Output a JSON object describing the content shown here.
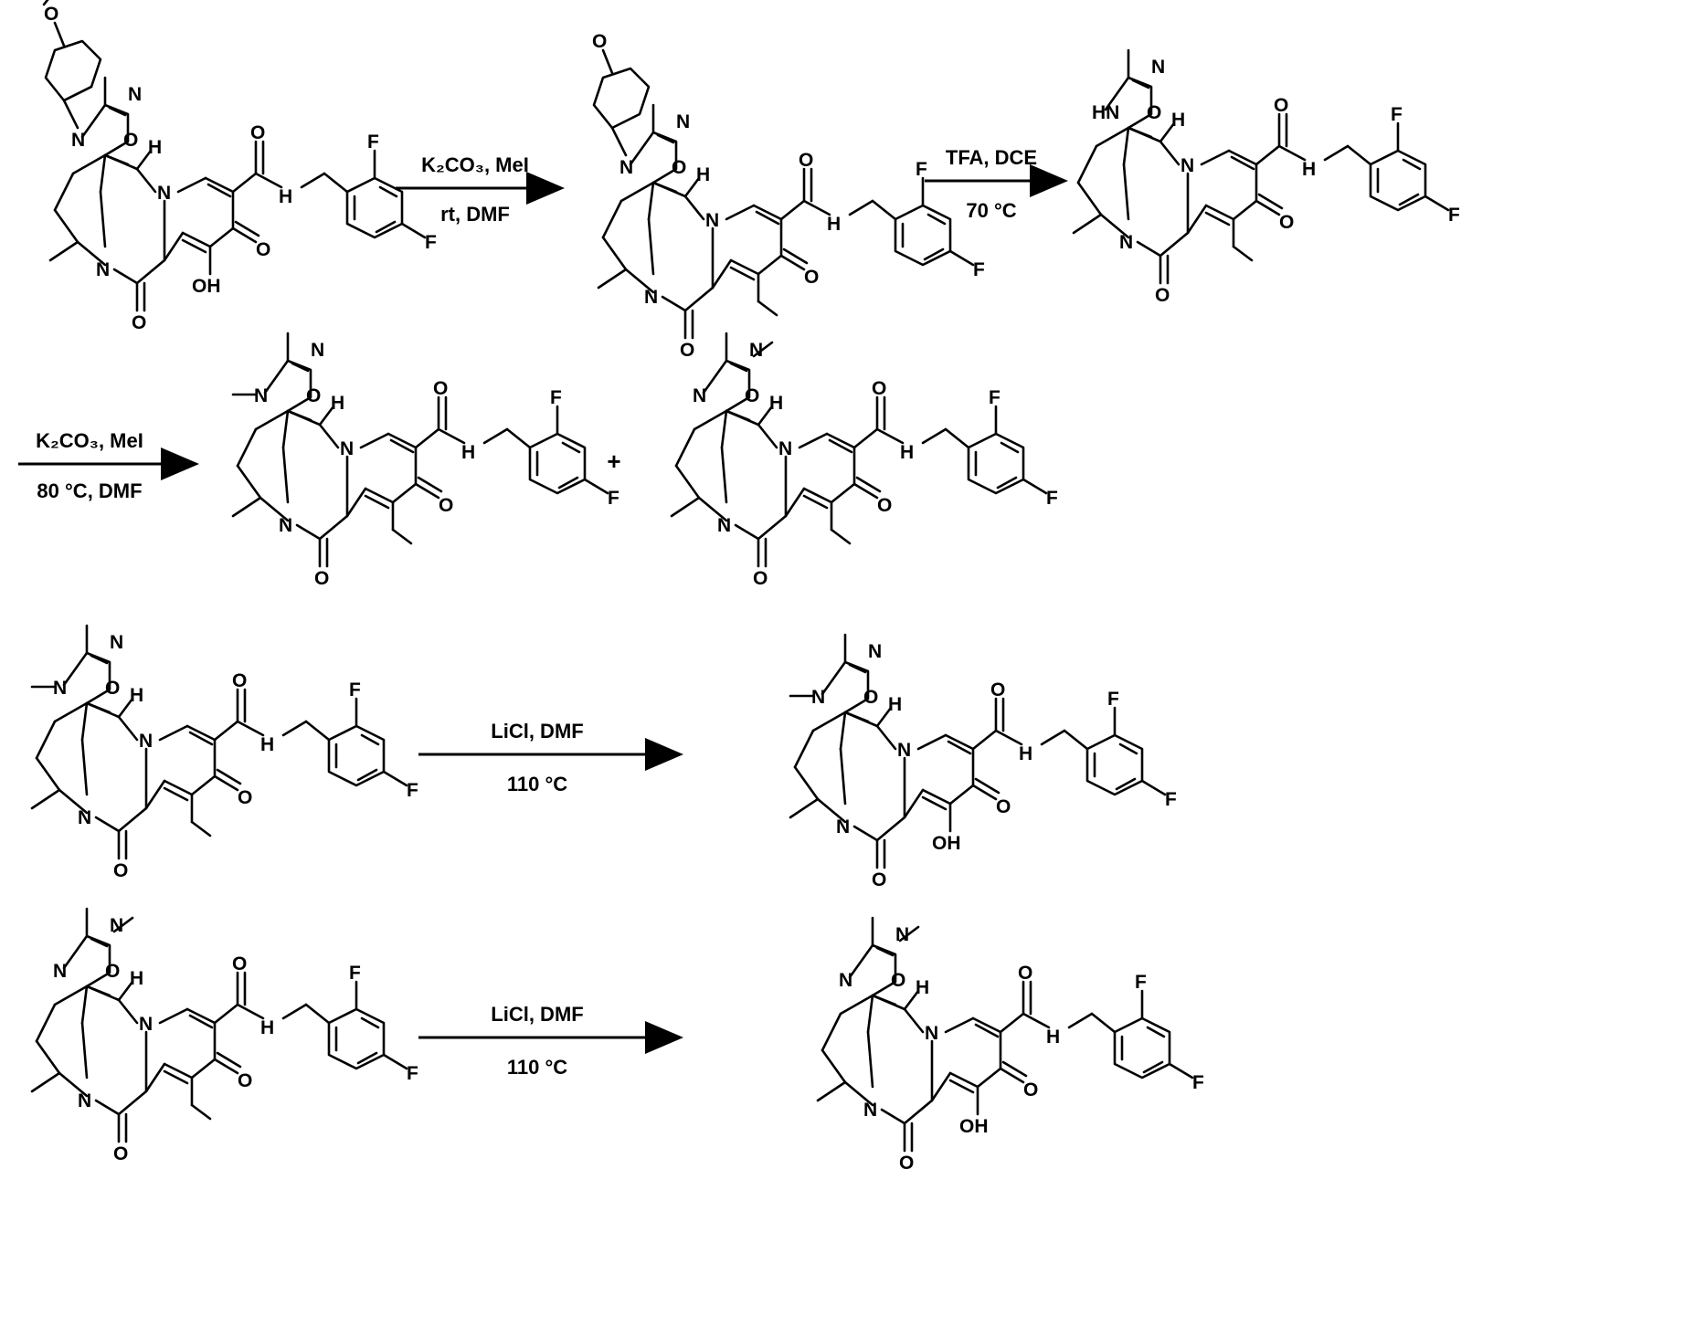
{
  "scheme": {
    "reactions": [
      {
        "top_conditions": "K₂CO₃, MeI",
        "bottom_conditions": "rt, DMF"
      },
      {
        "top_conditions": "TFA, DCE",
        "bottom_conditions": "70 °C"
      },
      {
        "top_conditions": "K₂CO₃, MeI",
        "bottom_conditions": "80 °C, DMF"
      },
      {
        "top_conditions": "LiCl, DMF",
        "bottom_conditions": "110 °C"
      },
      {
        "top_conditions": "LiCl, DMF",
        "bottom_conditions": "110 °C"
      }
    ],
    "plus_sign": "+"
  },
  "atom_labels": {
    "ome": "O",
    "n_ring": "N",
    "o_ring": "O",
    "h": "H",
    "n_py": "N",
    "n_amide": "N",
    "o_lactam": "O",
    "o_ketone": "O",
    "o_amide": "O",
    "nh": "H",
    "f": "F",
    "oh": "OH",
    "hn": "HN"
  }
}
